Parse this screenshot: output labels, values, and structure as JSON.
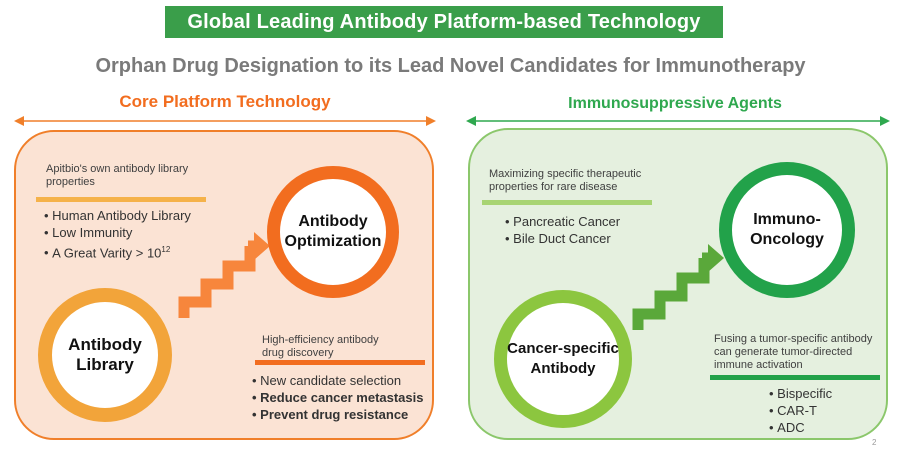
{
  "title": "Global Leading Antibody Platform-based Technology",
  "subtitle": "Orphan Drug Designation to its Lead Novel Candidates for Immunotherapy",
  "core": {
    "heading": "Core Platform Technology",
    "library_note_line1": "Apitbio's own antibody library",
    "library_note_line2": "properties",
    "library_items": [
      "Human Antibody Library",
      "Low Immunity",
      "A Great Varity > 10"
    ],
    "library_exponent": "12",
    "circle_library_line1": "Antibody",
    "circle_library_line2": "Library",
    "circle_optimization_line1": "Antibody",
    "circle_optimization_line2": "Optimization",
    "discovery_note_line1": "High-efficiency antibody",
    "discovery_note_line2": "drug discovery",
    "discovery_items": [
      "New candidate selection",
      "Reduce cancer metastasis",
      "Prevent drug resistance"
    ]
  },
  "immuno": {
    "heading": "Immunosuppressive Agents",
    "rare_note_line1": "Maximizing specific therapeutic",
    "rare_note_line2": "properties for rare disease",
    "rare_items": [
      "Pancreatic Cancer",
      "Bile Duct Cancer"
    ],
    "circle_cancer_line1": "Cancer-specific",
    "circle_cancer_line2": "Antibody",
    "circle_oncology_line1": "Immuno-",
    "circle_oncology_line2": "Oncology",
    "fusing_note_line1": "Fusing a tumor-specific antibody",
    "fusing_note_line2": "can generate tumor-directed",
    "fusing_note_line3": "immune activation",
    "fusing_items": [
      "Bispecific",
      "CAR-T",
      "ADC"
    ]
  },
  "page_number": "2",
  "colors": {
    "banner": "#3a9e4a",
    "orange": "#f26d1f",
    "orange_light": "#f5a33a",
    "green": "#2fa84f",
    "green_light": "#8cc63f",
    "panel_core_bg": "#fbe3d4",
    "panel_immuno_bg": "#e5f0df"
  }
}
